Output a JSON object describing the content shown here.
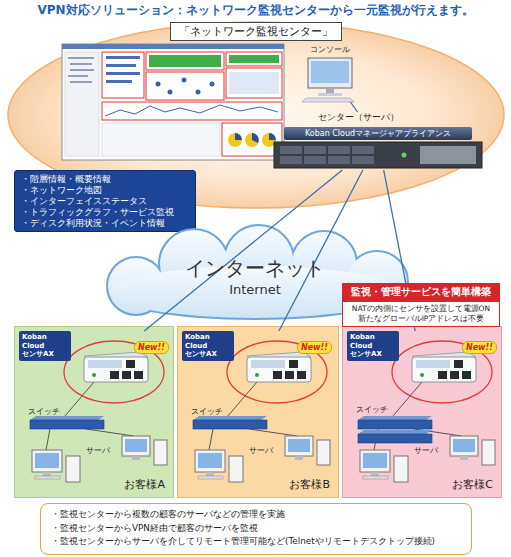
{
  "diagram": {
    "title": "VPN対応ソリューション：ネットワーク監視センターから一元監視が行えます。",
    "nodes": [
      {
        "text": [
          "「ネットワーク監視センター」"
        ]
      },
      {
        "text": [
          "コンソール"
        ],
        "in": 0
      },
      {
        "text": [
          "センター（サーバ）",
          "Koban Cloudマネージャアプライアンス"
        ],
        "in": 0
      },
      {
        "text": [
          "・階層情報・概要情報",
          "・ネットワーク地図",
          "・インターフェイスステータス",
          "・トラフィックグラフ・サービス監視",
          "・ディスク利用状況・イベント情報"
        ]
      },
      {
        "text": [
          "インターネット",
          "Internet"
        ]
      },
      {
        "text": [
          "監視・管理サービスを簡単構築",
          "NATの内側にセンサを設置して電源ON 新たなグローバルIPアドレスは不要"
        ]
      },
      {
        "text": [
          "お客様A"
        ]
      },
      {
        "text": [
          "Koban Cloud センサAX"
        ],
        "in": 6
      },
      {
        "text": [
          "お客様B"
        ]
      },
      {
        "text": [
          "Koban Cloud センサAX"
        ],
        "in": 8
      },
      {
        "text": [
          "お客様C"
        ]
      },
      {
        "text": [
          "Koban Cloud センサAX"
        ],
        "in": 10
      },
      {
        "text": [
          "・監視センターから複数の顧客のサーバなどの管理を実施",
          "・監視センターからVPN経由で顧客のサーバを監視",
          "・監視センターからサーバを介してリモート管理可能など(Telnetやリモートデスクトップ接続)"
        ]
      }
    ],
    "edges": [
      {
        "from": 1,
        "to": 2,
        "arrow": "none"
      },
      {
        "from": 2,
        "to": 7,
        "arrow": "none"
      },
      {
        "from": 2,
        "to": 9,
        "arrow": "none"
      },
      {
        "from": 2,
        "to": 11,
        "arrow": "none"
      }
    ],
    "labels": [
      "New!!",
      "スイッチ",
      "サーバ",
      "New!!",
      "スイッチ",
      "サーバ",
      "New!!",
      "スイッチ",
      "サーバ"
    ]
  }
}
